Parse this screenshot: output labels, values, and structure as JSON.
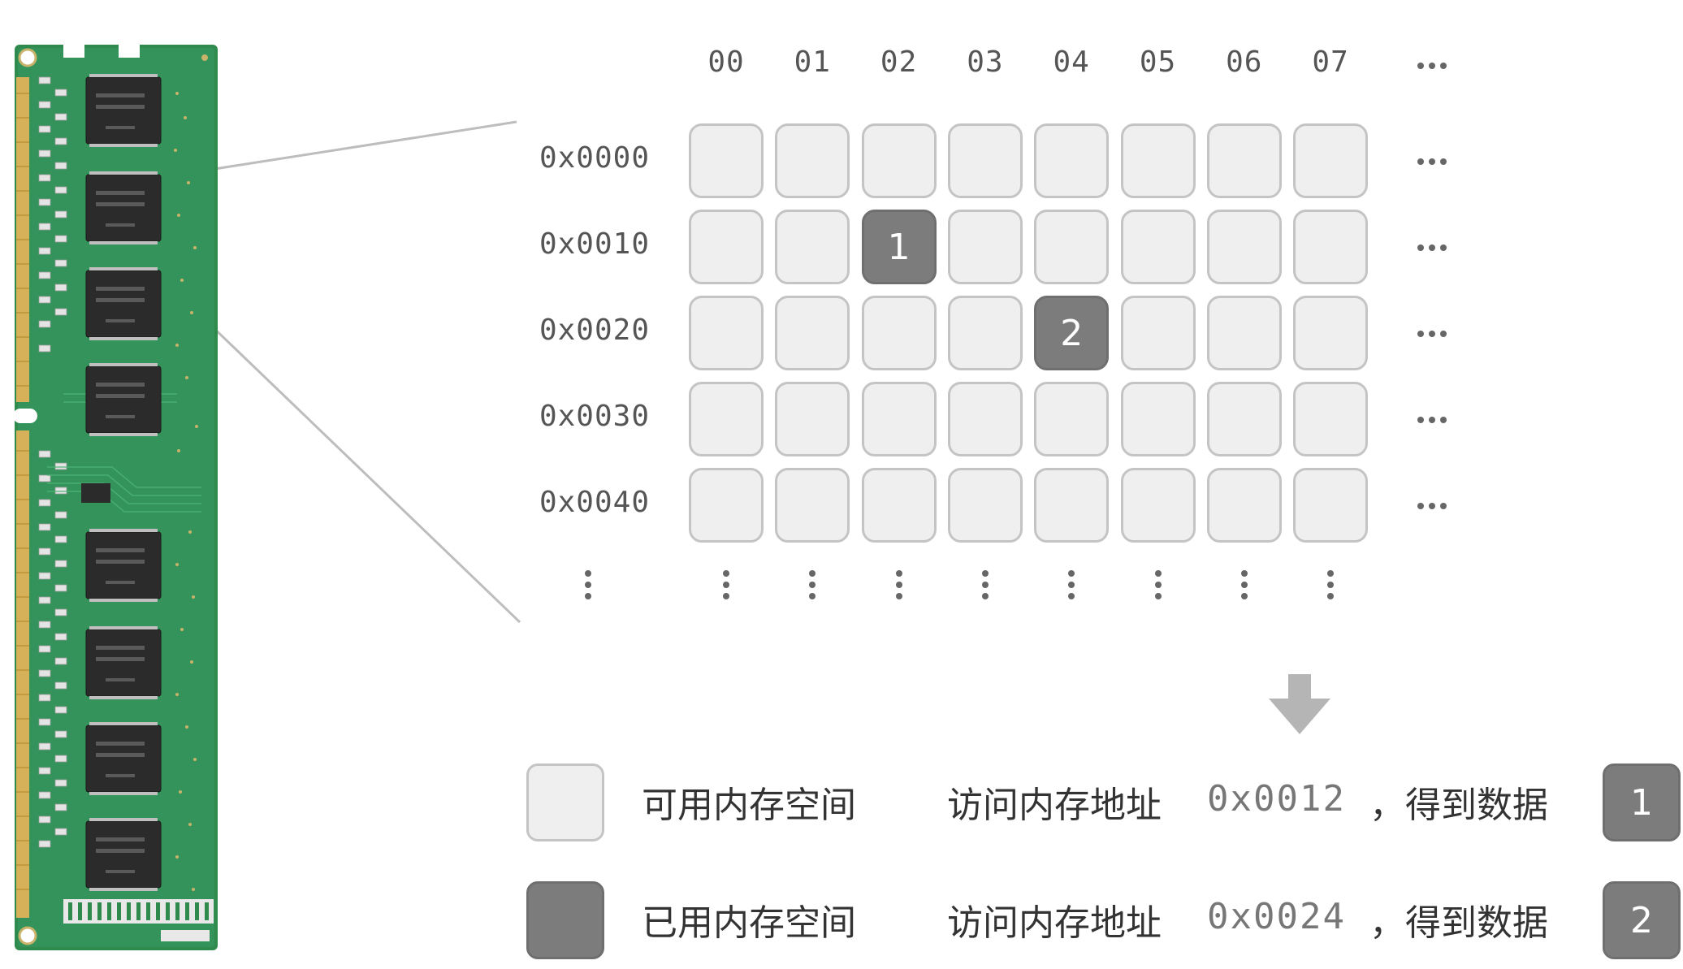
{
  "columns": [
    "00",
    "01",
    "02",
    "03",
    "04",
    "05",
    "06",
    "07"
  ],
  "rows": [
    {
      "address": "0x0000",
      "used": []
    },
    {
      "address": "0x0010",
      "used": [
        {
          "col": 2,
          "value": "1"
        }
      ]
    },
    {
      "address": "0x0020",
      "used": [
        {
          "col": 4,
          "value": "2"
        }
      ]
    },
    {
      "address": "0x0030",
      "used": []
    },
    {
      "address": "0x0040",
      "used": []
    }
  ],
  "legend": {
    "free_label": "可用内存空间",
    "used_label": "已用内存空间"
  },
  "access": [
    {
      "prefix": "访问内存地址",
      "address": "0x0012",
      "suffix": "，得到数据",
      "result": "1"
    },
    {
      "prefix": "访问内存地址",
      "address": "0x0024",
      "suffix": "，得到数据",
      "result": "2"
    }
  ],
  "colors": {
    "free_cell": "#efefef",
    "used_cell": "#7c7c7c",
    "pcb_green": "#2e8b57"
  }
}
